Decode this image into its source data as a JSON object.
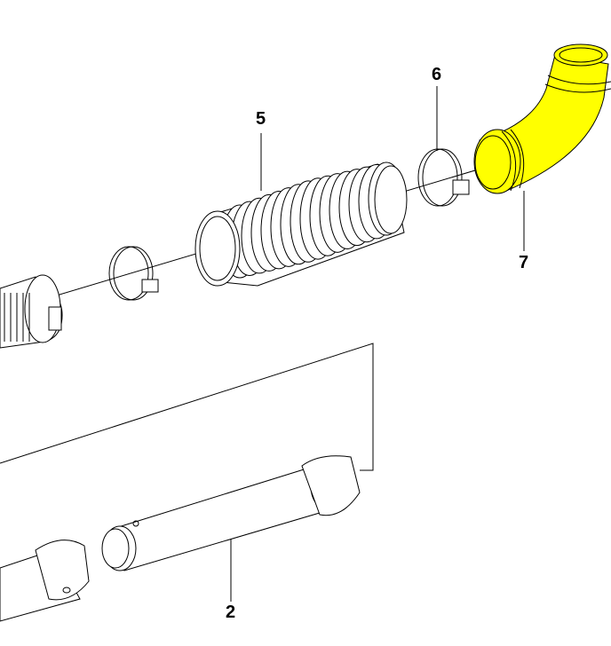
{
  "diagram": {
    "callouts": [
      {
        "id": "callout-5",
        "label": "5",
        "part": "bellows-hose"
      },
      {
        "id": "callout-6",
        "label": "6",
        "part": "hose-clamp"
      },
      {
        "id": "callout-7",
        "label": "7",
        "part": "elbow"
      },
      {
        "id": "callout-2",
        "label": "2",
        "part": "tube"
      }
    ],
    "highlight_color": "#ffff00",
    "line_color": "#000000"
  }
}
